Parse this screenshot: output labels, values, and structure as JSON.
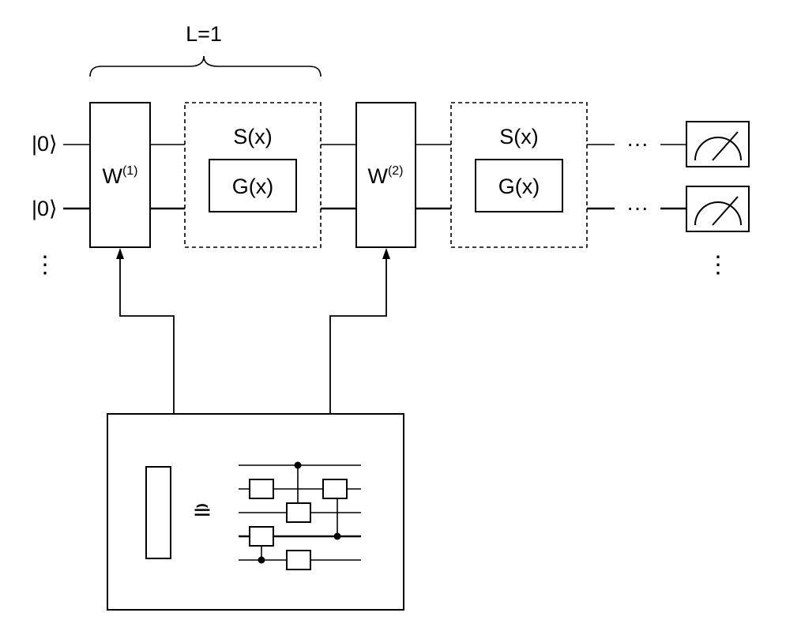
{
  "layer_label": "L=1",
  "input_states": [
    "|0⟩",
    "|0⟩"
  ],
  "vertical_ellipsis": "⋮",
  "horizontal_ellipsis": "···",
  "blocks": {
    "w1": {
      "base": "W",
      "sup": "(1)"
    },
    "w2": {
      "base": "W",
      "sup": "(2)"
    },
    "s1": {
      "outer": "S(x)",
      "inner": "G(x)"
    },
    "s2": {
      "outer": "S(x)",
      "inner": "G(x)"
    }
  },
  "equivalence_symbol": "≘",
  "measurement_icon": "meter-icon"
}
